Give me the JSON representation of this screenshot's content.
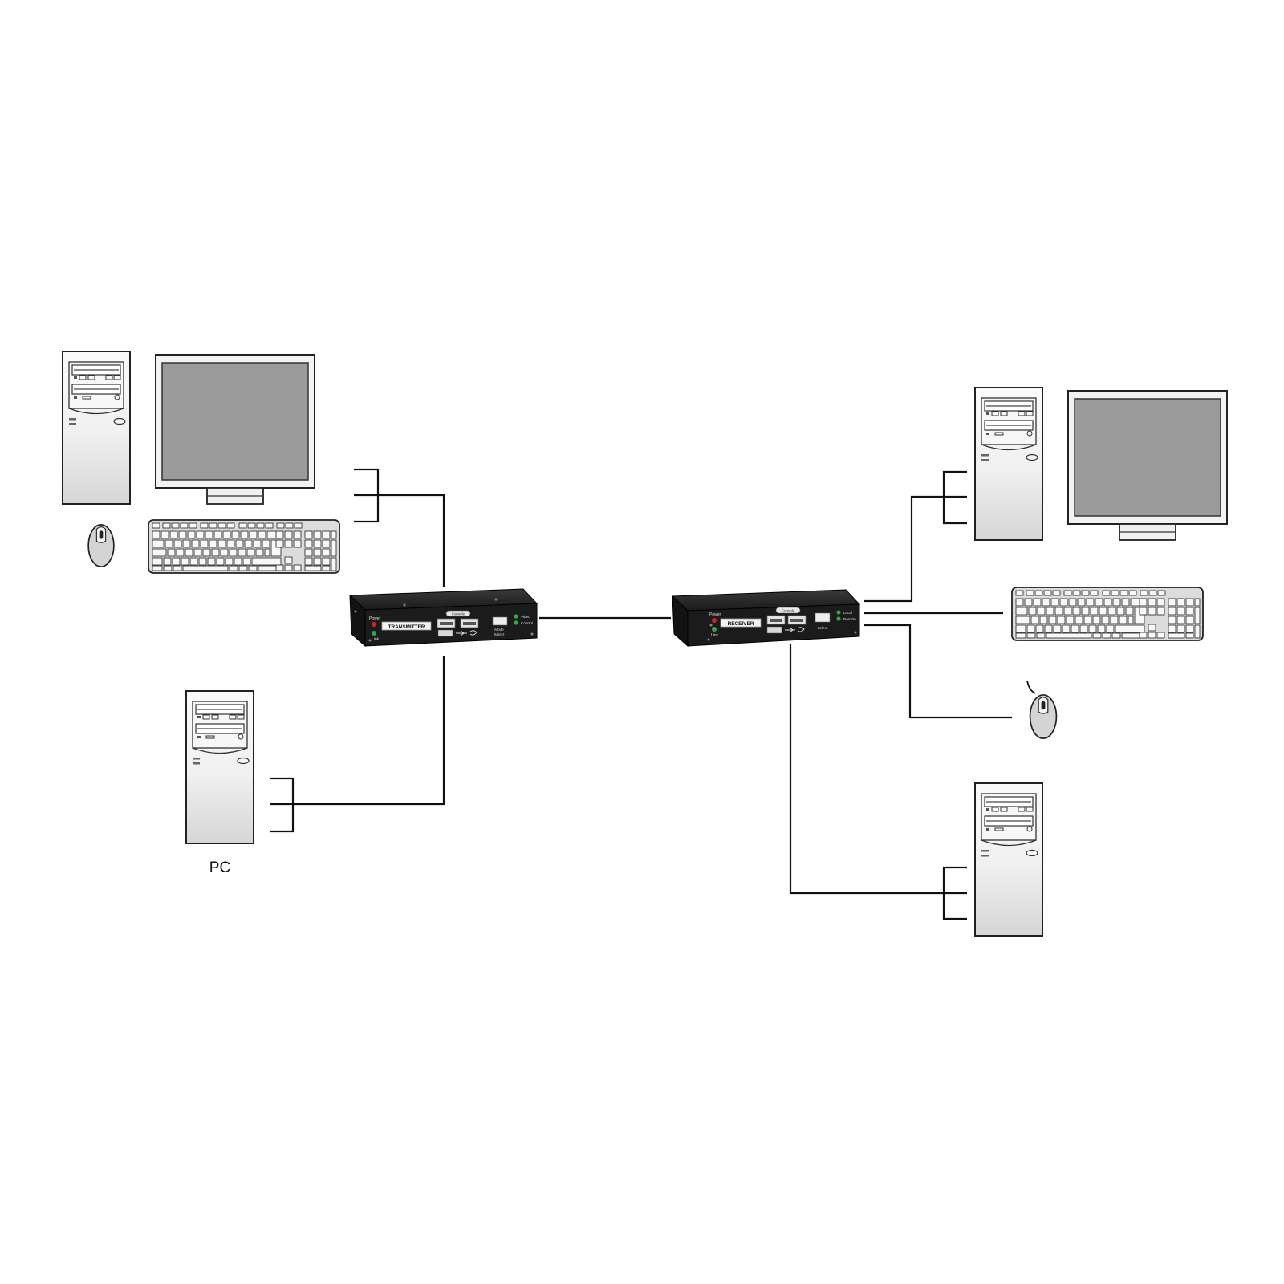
{
  "labels": {
    "pc": "PC"
  },
  "transmitter": {
    "name": "TRANSMITTER",
    "power": "Power",
    "link": "Link",
    "console": "Console",
    "mode_select_line1": "Mode",
    "mode_select_line2": "Select",
    "video": "Video",
    "control": "Control"
  },
  "receiver": {
    "name": "RECEIVER",
    "power": "Power",
    "link": "Link",
    "console": "Console",
    "select": "Select",
    "local": "Local",
    "remote": "Remote"
  },
  "colors": {
    "line": "#111111",
    "case_fill": "#ececec",
    "screen": "#999999",
    "unit_body": "#1b1b1b",
    "led_red": "#d42020",
    "led_green": "#2fa84a"
  }
}
